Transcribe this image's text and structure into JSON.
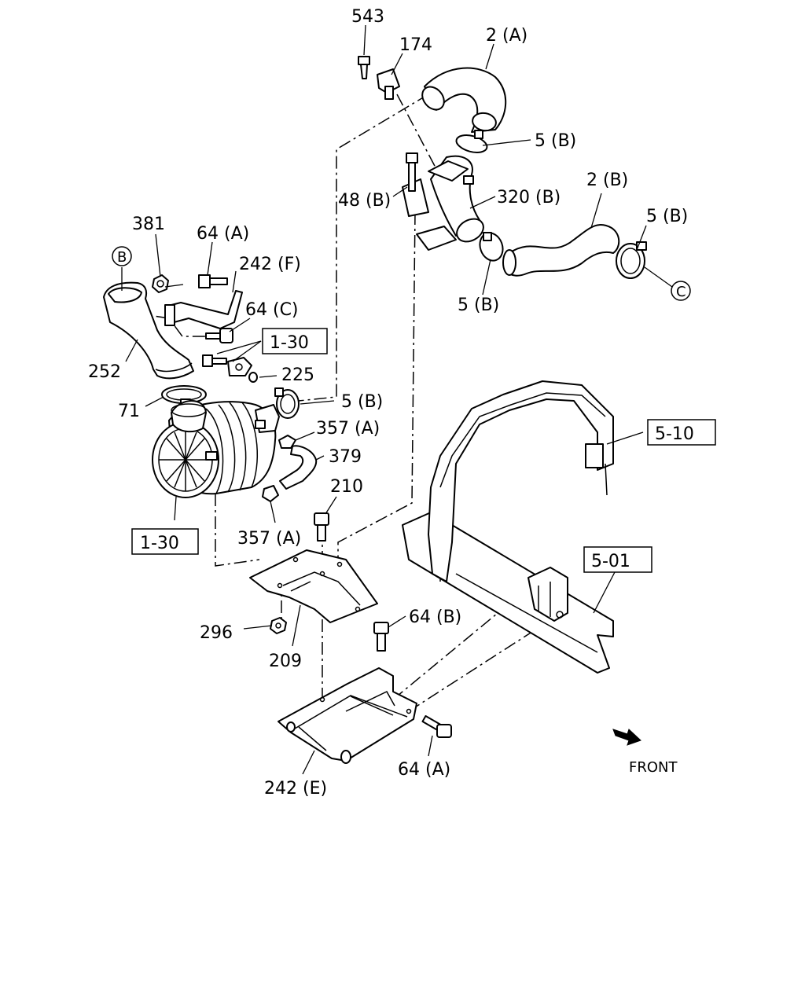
{
  "labels": {
    "p543": "543",
    "p174": "174",
    "p2a": "2 (A)",
    "p5b_1": "5 (B)",
    "p48b": "48 (B)",
    "p320b": "320 (B)",
    "p2b": "2 (B)",
    "p5b_2": "5 (B)",
    "p5b_3": "5 (B)",
    "p381": "381",
    "p64a_1": "64 (A)",
    "p242f": "242 (F)",
    "p64c": "64 (C)",
    "p225": "225",
    "p252": "252",
    "p71": "71",
    "p5b_4": "5 (B)",
    "p357a_1": "357 (A)",
    "p379": "379",
    "p210": "210",
    "p357a_2": "357 (A)",
    "p296": "296",
    "p209": "209",
    "p64b": "64 (B)",
    "p64a_2": "64 (A)",
    "p242e": "242 (E)",
    "front": "FRONT"
  },
  "refs": {
    "r130a": "1-30",
    "r130b": "1-30",
    "r510": "5-10",
    "r501": "5-01"
  },
  "circles": {
    "b": "B",
    "c": "C"
  }
}
